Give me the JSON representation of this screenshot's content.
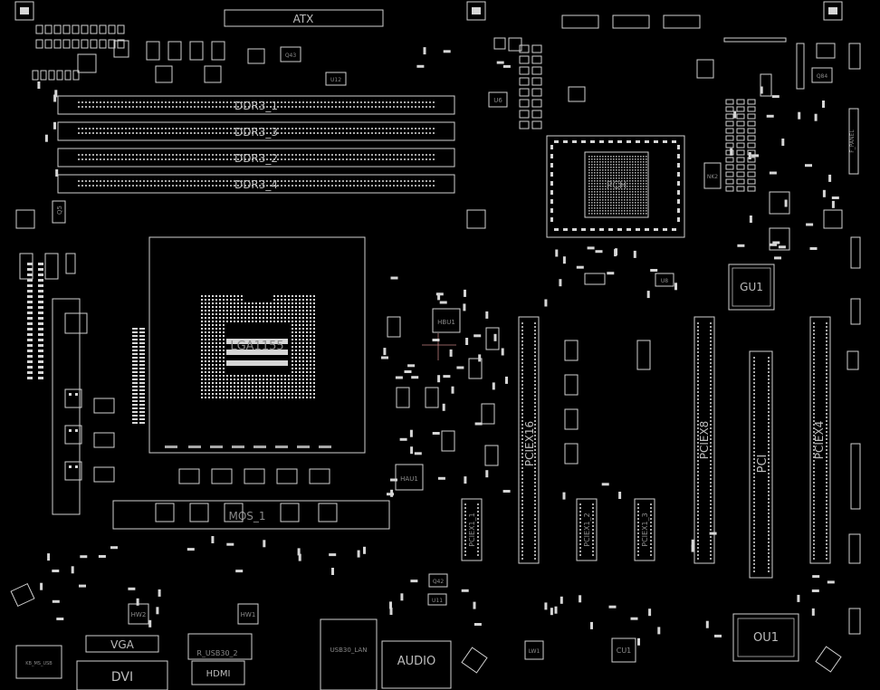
{
  "labels": {
    "atx": "ATX",
    "ddr3_1": "DDR3_1",
    "ddr3_3": "DDR3_3",
    "ddr3_2": "DDR3_2",
    "ddr3_4": "DDR3_4",
    "gu1": "GU1",
    "pciex16": "PCIEX16",
    "pciex8": "PCIEX8",
    "pci": "PCI",
    "pciex4": "PCIEX4",
    "pciex1_1": "PCIEX1_1",
    "pciex1_2": "PCIEX1_2",
    "pciex1_3": "PCIEX1_3",
    "vga": "VGA",
    "dvi": "DVI",
    "hdmi": "HDMI",
    "r_usb30_2": "R_USB30_2",
    "usb30_lan": "USB30_LAN",
    "audio": "AUDIO",
    "ou1": "OU1",
    "cu1": "CU1",
    "hbu1": "HBU1",
    "hau1": "HAU1",
    "hw2": "HW2",
    "hw1": "HW1",
    "lw1": "LW1",
    "u6": "U6",
    "u8": "U8",
    "u11": "U11",
    "u12": "U12",
    "q42": "Q42",
    "q43": "Q43",
    "q84": "Q84",
    "q5": "Q5",
    "nk2": "NK2",
    "f_panel": "F_PANEL",
    "kb_ms_usb": "KB_MS_USB",
    "lga1155": "LGA1155",
    "pch": "PCH"
  },
  "colors": {
    "background": "#000000",
    "silkscreen": "#d0d0d0",
    "pad": "#d6d6d6"
  }
}
